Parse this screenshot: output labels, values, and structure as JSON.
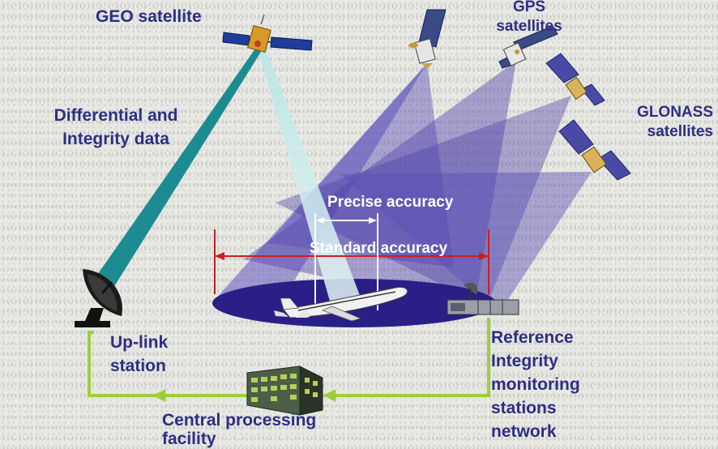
{
  "labels": {
    "geo": "GEO satellite",
    "gps_line1": "GPS",
    "gps_line2": "satellites",
    "glonass_line1": "GLONASS",
    "glonass_line2": "satellites",
    "diff_line1": "Differential and",
    "diff_line2": "Integrity data",
    "precise": "Precise accuracy",
    "standard": "Standard accuracy",
    "uplink_line1": "Up-link",
    "uplink_line2": "station",
    "ref_line1": "Reference",
    "ref_line2": "Integrity",
    "ref_line3": "monitoring",
    "ref_line4": "stations",
    "ref_line5": "network",
    "central_line1": "Central processing",
    "central_line2": "facility"
  },
  "colors": {
    "label_text": "#2e2e84",
    "white_text": "#ffffff",
    "ground_ellipse": "#2a1f86",
    "cone_fill": "#5448b0",
    "geo_beam": "#1c8c92",
    "standard_accuracy_line": "#cc1f1f",
    "network_line": "#9ccf3c"
  },
  "icons": [
    "geo-satellite-icon",
    "gps-satellite-icon",
    "glonass-satellite-icon",
    "airplane-icon",
    "satellite-dish-icon",
    "reference-station-icon",
    "building-icon"
  ]
}
